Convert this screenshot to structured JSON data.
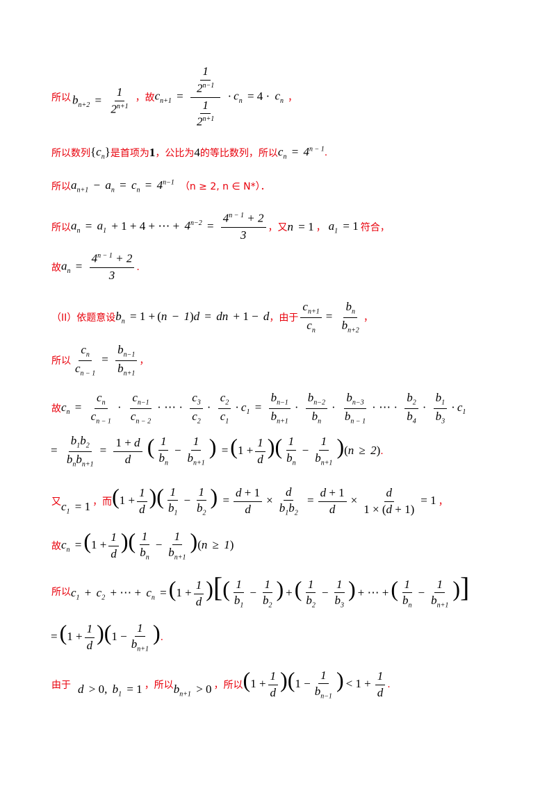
{
  "lines": {
    "l1_suoyi": "所以",
    "l1_gu": "，故",
    "l1_comma": "，",
    "l2_a": "所以数列",
    "l2_b": "是首项为",
    "l2_one": "1",
    "l2_c": "，公比为",
    "l2_four": "4",
    "l2_d": "的等比数列，所以",
    "l2_end": ".",
    "l3_a": "所以",
    "l3_cond": "（n ≥ 2, n ∈ N*）．",
    "l4_a": "所以",
    "l4_you": "，又",
    "l4_comma": "，",
    "l4_fuhe": "符合，",
    "l5_gu": "故",
    "l5_end": ".",
    "l6_a": "（II）依题意设",
    "l6_b": "，由于",
    "l6_comma": "，",
    "l7_a": "所以",
    "l7_comma": "，",
    "l8_gu": "故",
    "l9_end": ".",
    "l10_you": "又",
    "l10_er": "，而",
    "l10_comma": "，",
    "l11_gu": "故",
    "l12_a": "所以",
    "l13_end": ".",
    "l14_a": "由于",
    "l14_b": "，所以",
    "l14_c": "，所以",
    "l14_end": "."
  }
}
